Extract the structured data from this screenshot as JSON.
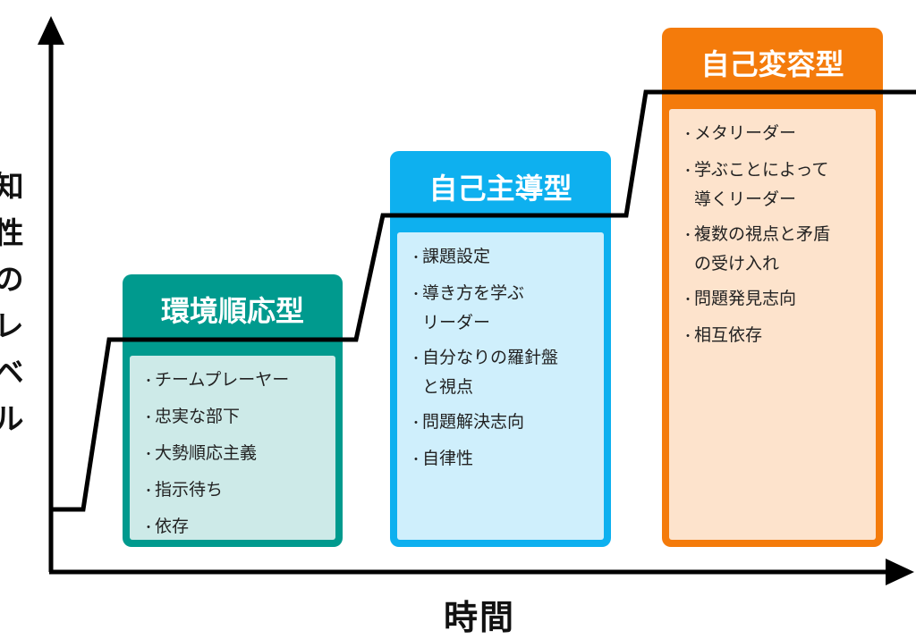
{
  "axes": {
    "y_label": [
      "知",
      "性",
      "の",
      "レ",
      "ベ",
      "ル"
    ],
    "x_label": "時間"
  },
  "stages": [
    {
      "title": "環境順応型",
      "color": "#009a8e",
      "items": [
        "チームプレーヤー",
        "忠実な部下",
        "大勢順応主義",
        "指示待ち",
        "依存"
      ]
    },
    {
      "title": "自己主導型",
      "color": "#0eb0ef",
      "items": [
        "課題設定",
        "導き方を学ぶ\nリーダー",
        "自分なりの羅針盤\nと視点",
        "問題解決志向",
        "自律性"
      ]
    },
    {
      "title": "自己変容型",
      "color": "#f47b0b",
      "items": [
        "メタリーダー",
        "学ぶことによって\n導くリーダー",
        "複数の視点と矛盾\nの受け入れ",
        "問題発見志向",
        "相互依存"
      ]
    }
  ]
}
